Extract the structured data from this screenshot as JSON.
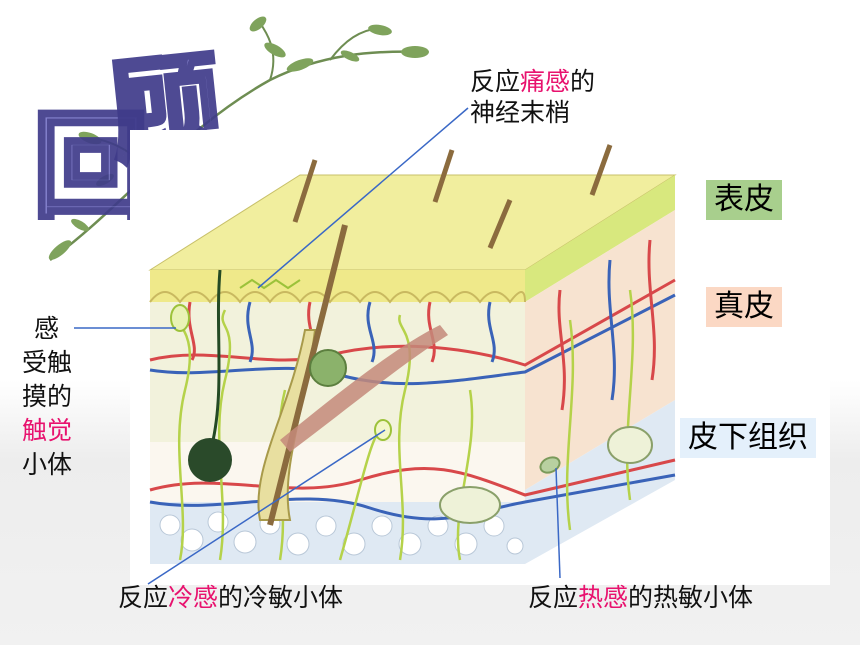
{
  "title": "回顾",
  "layers": {
    "epidermis": "表皮",
    "dermis": "真皮",
    "subcutaneous": "皮下组织"
  },
  "labels": {
    "pain": {
      "pre": "反应",
      "hl": "痛感",
      "post": "的",
      "line2": "神经末梢"
    },
    "touch": {
      "c1": "感",
      "c2": "受触",
      "c3": "摸的",
      "hl": "触觉",
      "c5": "小体"
    },
    "cold": {
      "pre": "反应",
      "hl": "冷感",
      "post": "的冷敏小体"
    },
    "heat": {
      "pre": "反应",
      "hl": "热感",
      "post": "的热敏小体"
    }
  },
  "colors": {
    "highlight": "#e8126e",
    "epidermis_box": "#a8cf8d",
    "dermis_box": "#fbd8c4",
    "subcutaneous_box": "#e4f0fb"
  }
}
